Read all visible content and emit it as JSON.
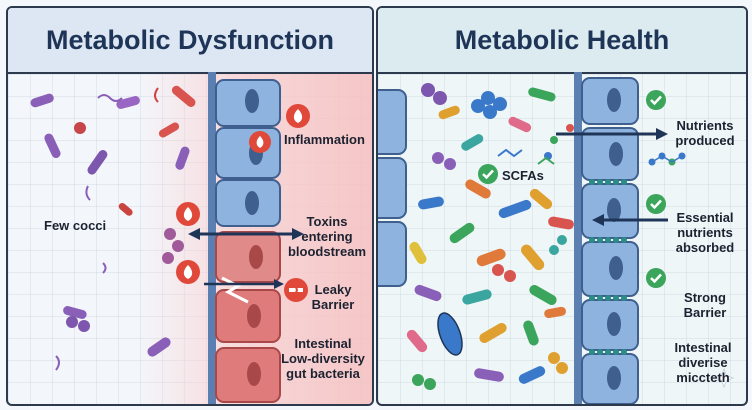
{
  "left": {
    "title": "Metabolic Dysfunction",
    "labels": {
      "few_cocci": "Few cocci",
      "inflammation": "Inflammation",
      "toxins": [
        "Toxins",
        "entering",
        "bloodstream"
      ],
      "leaky": [
        "Leaky",
        "Barrier"
      ],
      "gut": [
        "Intestinal",
        "Low-diversity",
        "gut bacteria"
      ]
    }
  },
  "right": {
    "title": "Metabolic Health",
    "labels": {
      "scfas": "SCFAs",
      "nutrients_produced": [
        "Nutrients",
        "produced"
      ],
      "essential": [
        "Essential",
        "nutrients",
        "absorbed"
      ],
      "strong": [
        "Strong",
        "Barrier"
      ],
      "intestinal": [
        "Intestinal",
        "diverise",
        "miccteth"
      ]
    }
  },
  "colors": {
    "inflammation_red": "#e0483a",
    "check_green": "#3ba55c",
    "cell_blue": "#8fb3df",
    "cell_red": "#e07b7b",
    "arrow_navy": "#1f3558"
  },
  "icons": [
    "flame-icon",
    "check-icon",
    "broken-barrier-icon",
    "sparkle-icon"
  ]
}
